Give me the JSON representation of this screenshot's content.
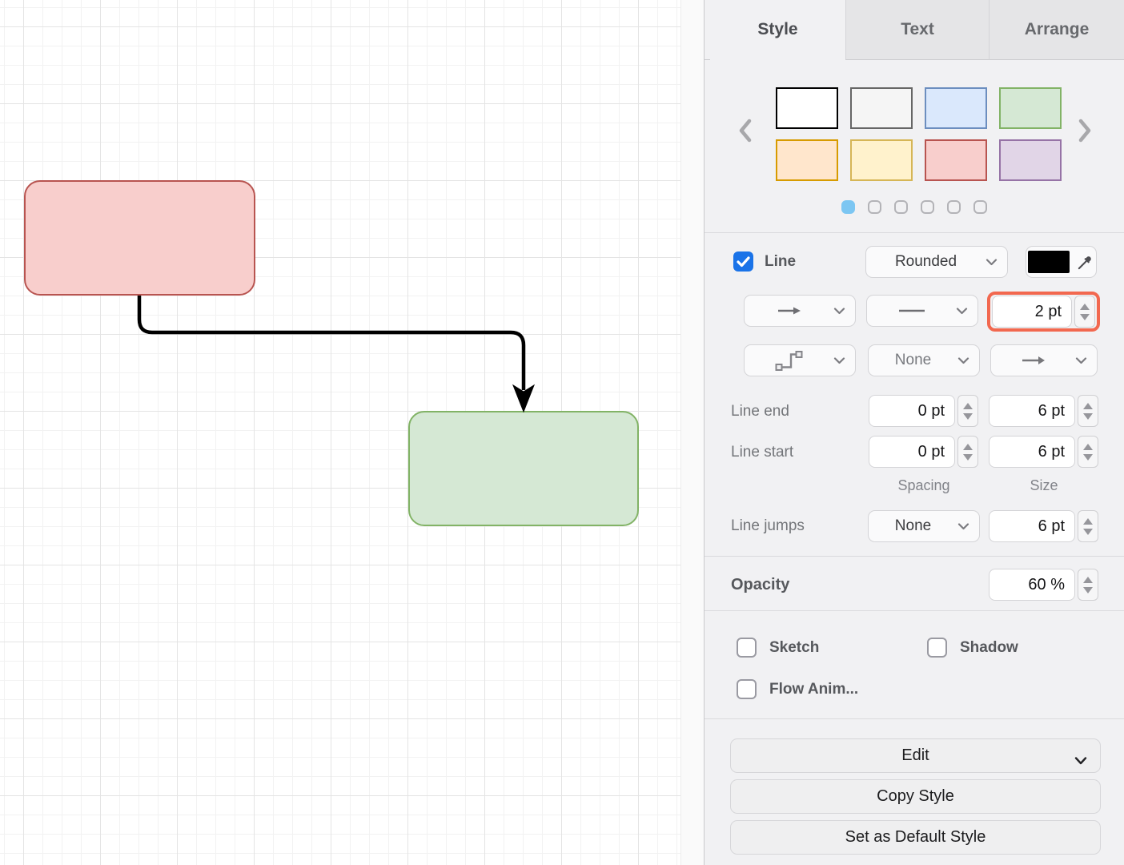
{
  "tabs": {
    "style": "Style",
    "text": "Text",
    "arrange": "Arrange"
  },
  "palette": {
    "swatches": [
      {
        "name": "white",
        "fill": "#ffffff",
        "stroke": "#000000"
      },
      {
        "name": "grey",
        "fill": "#f5f5f5",
        "stroke": "#666666"
      },
      {
        "name": "blue",
        "fill": "#dae8fc",
        "stroke": "#6c8ebf"
      },
      {
        "name": "green",
        "fill": "#d5e8d4",
        "stroke": "#82b366"
      },
      {
        "name": "orange",
        "fill": "#ffe6cc",
        "stroke": "#d79b00"
      },
      {
        "name": "yellow",
        "fill": "#fff2cc",
        "stroke": "#d6b656"
      },
      {
        "name": "red",
        "fill": "#f8cecc",
        "stroke": "#b85450"
      },
      {
        "name": "purple",
        "fill": "#e1d5e7",
        "stroke": "#9673a6"
      }
    ],
    "page_count": 6,
    "active_page": 1,
    "active_dot_color": "#7cc6f2"
  },
  "line": {
    "label": "Line",
    "checked": true,
    "checkbox_color": "#1a73e8",
    "style_value": "Rounded",
    "stroke_color": "#000000",
    "width_value": "2 pt",
    "width_highlight_color": "#f2684f",
    "waypoints_value": "None",
    "line_end": {
      "label": "Line end",
      "spacing": "0 pt",
      "size": "6 pt"
    },
    "line_start": {
      "label": "Line start",
      "spacing": "0 pt",
      "size": "6 pt"
    },
    "spacing_label": "Spacing",
    "size_label": "Size",
    "jumps": {
      "label": "Line jumps",
      "value": "None",
      "size": "6 pt"
    }
  },
  "opacity": {
    "label": "Opacity",
    "value": "60 %"
  },
  "toggles": {
    "sketch": {
      "label": "Sketch",
      "checked": false
    },
    "shadow": {
      "label": "Shadow",
      "checked": false
    },
    "flow": {
      "label": "Flow Anim...",
      "checked": false
    }
  },
  "actions": {
    "edit": "Edit",
    "copy_style": "Copy Style",
    "set_default": "Set as Default Style"
  },
  "canvas": {
    "shapes": [
      {
        "name": "red-rounded-rect",
        "fill": "#f8cecc",
        "stroke": "#b85450"
      },
      {
        "name": "green-rounded-rect",
        "fill": "#d5e8d4",
        "stroke": "#82b366"
      }
    ],
    "edge": {
      "color": "#000000"
    }
  }
}
